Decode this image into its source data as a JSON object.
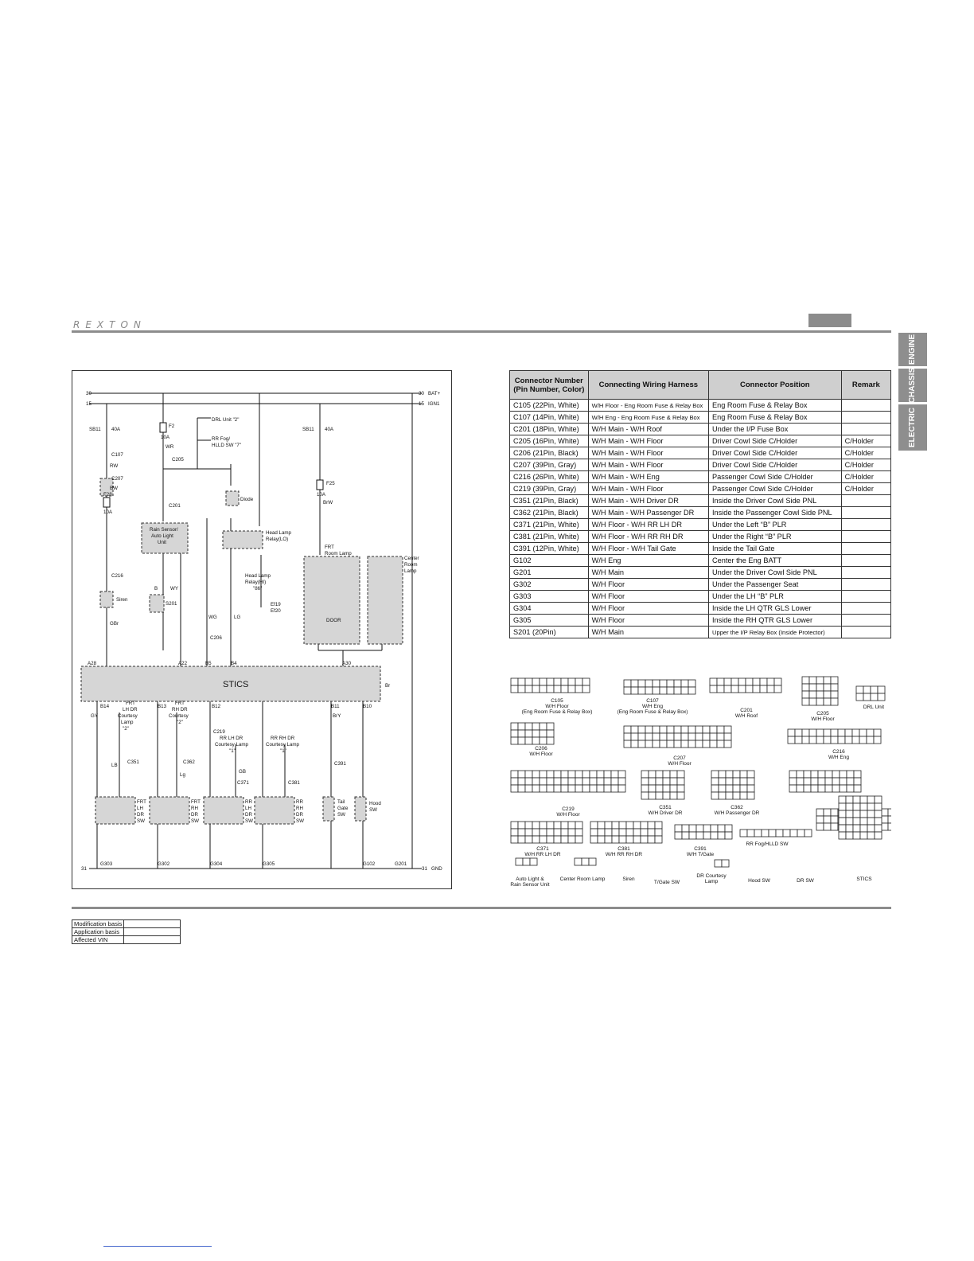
{
  "header": {
    "brand": "REXTON",
    "side_tabs": [
      "ENGINE",
      "CHASSIS",
      "ELECTRIC"
    ]
  },
  "diagram": {
    "top_rails": [
      {
        "num": "30",
        "tag": "BAT+"
      },
      {
        "num": "15",
        "tag": "IGN1"
      }
    ],
    "bottom_rail": {
      "num": "31",
      "tag": "GND"
    },
    "ground_labels": [
      "G303",
      "G302",
      "G304",
      "G305",
      "G102",
      "G201"
    ],
    "module": "STICS",
    "fuses": [
      "SB11",
      "40A",
      "F2",
      "10A",
      "F28",
      "10A",
      "F25",
      "10A",
      "SB11",
      "40A"
    ],
    "components": [
      "DRL Unit \"2\"",
      "RR Fog/",
      "HLLD SW \"7\"",
      "Diode",
      "Head Lamp",
      "Relay(LO)",
      "Head Lamp",
      "Relay(HI)",
      "\"86\"",
      "Ef19",
      "Ef20",
      "Rain Sensor/",
      "Auto Light",
      "Unit",
      "S201",
      "Siren",
      "FRT",
      "Room Lamp",
      "Center",
      "Room",
      "Lamp",
      "DOOR",
      "FRT",
      "LH DR",
      "Courtesy",
      "Lamp",
      "\"2\"",
      "FRT",
      "RH DR",
      "Courtesy",
      "\"2\"",
      "RR LH DR",
      "Courtesy Lamp",
      "\"1\"",
      "RR RH DR",
      "Courtesy Lamp",
      "\"1\"",
      "Tail",
      "Gate",
      "SW",
      "Hood",
      "SW"
    ],
    "switch_labels": [
      [
        "FRT",
        "LH",
        "DR",
        "SW"
      ],
      [
        "FRT",
        "RH",
        "DR",
        "SW"
      ],
      [
        "RR",
        "LH",
        "DR",
        "SW"
      ],
      [
        "RR",
        "RH",
        "DR",
        "SW"
      ]
    ],
    "connector_refs": [
      "C107",
      "C207",
      "C216",
      "C201",
      "C205",
      "C206",
      "C219",
      "C351",
      "C362",
      "C371",
      "C381",
      "C391"
    ],
    "wire_colors": [
      "RW",
      "BW",
      "WR",
      "B",
      "WY",
      "GBr",
      "WG",
      "LG",
      "BrW",
      "Br",
      "GY",
      "LB",
      "Lg",
      "GB",
      "BrY"
    ],
    "module_pins": [
      "A28",
      "A22",
      "B5",
      "B4",
      "A30",
      "B14",
      "B13",
      "B12",
      "B11",
      "B10"
    ]
  },
  "connector_table": {
    "headers": [
      "Connector Number (Pin Number, Color)",
      "Connecting Wiring Harness",
      "Connector Position",
      "Remark"
    ],
    "rows": [
      [
        "C105 (22Pin, White)",
        "W/H Floor - Eng Room Fuse & Relay Box",
        "Eng Room Fuse & Relay Box",
        ""
      ],
      [
        "C107 (14Pin, White)",
        "W/H Eng - Eng Room Fuse & Relay Box",
        "Eng Room Fuse & Relay Box",
        ""
      ],
      [
        "C201 (18Pin, White)",
        "W/H Main - W/H Roof",
        "Under the I/P Fuse Box",
        ""
      ],
      [
        "C205 (16Pin, White)",
        "W/H Main - W/H Floor",
        "Driver Cowl Side C/Holder",
        "C/Holder"
      ],
      [
        "C206 (21Pin, Black)",
        "W/H Main - W/H Floor",
        "Driver Cowl Side C/Holder",
        "C/Holder"
      ],
      [
        "C207 (39Pin, Gray)",
        "W/H Main - W/H Floor",
        "Driver Cowl Side C/Holder",
        "C/Holder"
      ],
      [
        "C216 (26Pin, White)",
        "W/H Main - W/H Eng",
        "Passenger Cowl Side C/Holder",
        "C/Holder"
      ],
      [
        "C219 (39Pin, Gray)",
        "W/H Main - W/H Floor",
        "Passenger Cowl Side C/Holder",
        "C/Holder"
      ],
      [
        "C351 (21Pin, Black)",
        "W/H Main - W/H Driver DR",
        "Inside the Driver Cowl Side PNL",
        ""
      ],
      [
        "C362 (21Pin, Black)",
        "W/H Main - W/H Passenger DR",
        "Inside the Passenger Cowl Side PNL",
        ""
      ],
      [
        "C371 (21Pin, White)",
        "W/H Floor - W/H RR LH DR",
        "Under the Left “B” PLR",
        ""
      ],
      [
        "C381 (21Pin, White)",
        "W/H Floor - W/H RR RH DR",
        "Under the Right “B” PLR",
        ""
      ],
      [
        "C391 (12Pin, White)",
        "W/H Floor - W/H Tail Gate",
        "Inside the Tail Gate",
        ""
      ],
      [
        "G102",
        "W/H Eng",
        "Center the Eng BATT",
        ""
      ],
      [
        "G201",
        "W/H Main",
        "Under the Driver Cowl Side PNL",
        ""
      ],
      [
        "G302",
        "W/H Floor",
        "Under the Passenger Seat",
        ""
      ],
      [
        "G303",
        "W/H Floor",
        "Under the LH “B” PLR",
        ""
      ],
      [
        "G304",
        "W/H Floor",
        "Inside the LH QTR GLS Lower",
        ""
      ],
      [
        "G305",
        "W/H Floor",
        "Inside the RH QTR GLS Lower",
        ""
      ],
      [
        "S201 (20Pin)",
        "W/H Main",
        "Upper the I/P Relay Box (Inside Protector)",
        ""
      ]
    ]
  },
  "connector_views": [
    {
      "name": "C105",
      "line1": "W/H Floor",
      "line2": "(Eng Room Fuse & Relay Box)"
    },
    {
      "name": "C107",
      "line1": "W/H Eng",
      "line2": "(Eng Room Fuse & Relay Box)"
    },
    {
      "name": "C201",
      "line1": "W/H Roof",
      "line2": ""
    },
    {
      "name": "C205",
      "line1": "W/H Floor",
      "line2": ""
    },
    {
      "name": "DRL Unit",
      "line1": "",
      "line2": ""
    },
    {
      "name": "C206",
      "line1": "W/H Floor",
      "line2": ""
    },
    {
      "name": "C207",
      "line1": "W/H Floor",
      "line2": ""
    },
    {
      "name": "C216",
      "line1": "W/H Eng",
      "line2": ""
    },
    {
      "name": "C219",
      "line1": "W/H Floor",
      "line2": ""
    },
    {
      "name": "C351",
      "line1": "W/H Driver DR",
      "line2": ""
    },
    {
      "name": "C362",
      "line1": "W/H Passenger DR",
      "line2": ""
    },
    {
      "name": "C371",
      "line1": "W/H RR LH DR",
      "line2": ""
    },
    {
      "name": "C381",
      "line1": "W/H RR RH DR",
      "line2": ""
    },
    {
      "name": "C391",
      "line1": "W/H T/Gate",
      "line2": ""
    },
    {
      "name": "RR Fog/HLLD SW",
      "line1": "",
      "line2": ""
    },
    {
      "name": "Auto Light &",
      "line1": "Rain Sensor Unit",
      "line2": ""
    },
    {
      "name": "Center Room Lamp",
      "line1": "",
      "line2": ""
    },
    {
      "name": "Siren",
      "line1": "",
      "line2": ""
    },
    {
      "name": "T/Gate SW",
      "line1": "",
      "line2": ""
    },
    {
      "name": "DR Courtesy",
      "line1": "Lamp",
      "line2": ""
    },
    {
      "name": "Hood SW",
      "line1": "",
      "line2": ""
    },
    {
      "name": "DR SW",
      "line1": "",
      "line2": ""
    },
    {
      "name": "STICS",
      "line1": "",
      "line2": ""
    }
  ],
  "footer": {
    "labels": [
      "Modification basis",
      "Application basis",
      "Affected VIN"
    ]
  }
}
